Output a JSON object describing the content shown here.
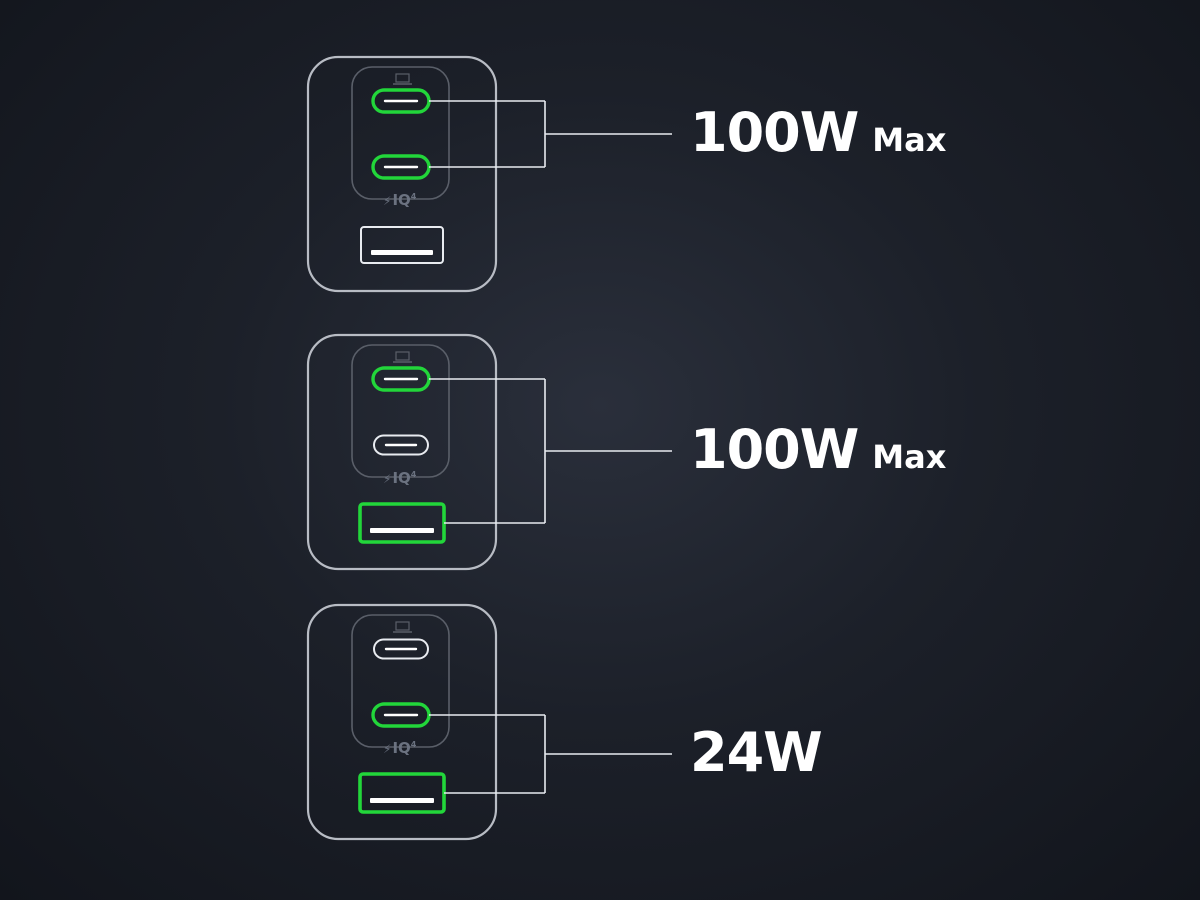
{
  "colors": {
    "active_port": "#22d63a",
    "inactive_port": "#e8ebf0",
    "charger_outline": "#b8bcc4",
    "inner_panel": "#5a5f69",
    "connector_line": "#e8ebf0",
    "label_text": "#ffffff",
    "iq_badge": "#6b7280"
  },
  "configs": [
    {
      "ports": [
        {
          "type": "usb-c",
          "active": true
        },
        {
          "type": "usb-c",
          "active": true
        },
        {
          "type": "usb-a",
          "active": false
        }
      ],
      "power_label": "100W",
      "power_suffix": "Max",
      "badge": "IQ",
      "badge_sup": "4",
      "icon": "laptop-icon"
    },
    {
      "ports": [
        {
          "type": "usb-c",
          "active": true
        },
        {
          "type": "usb-c",
          "active": false
        },
        {
          "type": "usb-a",
          "active": true
        }
      ],
      "power_label": "100W",
      "power_suffix": "Max",
      "badge": "IQ",
      "badge_sup": "4",
      "icon": "laptop-icon"
    },
    {
      "ports": [
        {
          "type": "usb-c",
          "active": false
        },
        {
          "type": "usb-c",
          "active": true
        },
        {
          "type": "usb-a",
          "active": true
        }
      ],
      "power_label": "24W",
      "power_suffix": "",
      "badge": "IQ",
      "badge_sup": "4",
      "icon": "laptop-icon"
    }
  ]
}
